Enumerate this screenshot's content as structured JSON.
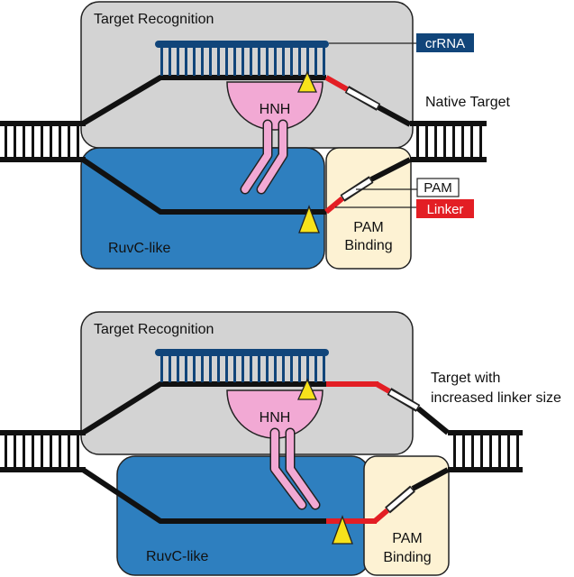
{
  "colors": {
    "target_box": "#d3d3d3",
    "ruvc": "#2e7fbf",
    "pam_box": "#fdf2d3",
    "hnh": "#f2a9d4",
    "crrna": "#11457a",
    "linker": "#e31e24",
    "cut_marker": "#f7e21b",
    "dna": "#111111"
  },
  "panels": [
    {
      "target_recognition": "Target Recognition",
      "hnh": "HNH",
      "ruvc": "RuvC-like",
      "pam_binding_line1": "PAM",
      "pam_binding_line2": "Binding",
      "crrna_tag": "crRNA",
      "pam_tag": "PAM",
      "linker_tag": "Linker",
      "target_line1": "Native Target",
      "target_line2": ""
    },
    {
      "target_recognition": "Target Recognition",
      "hnh": "HNH",
      "ruvc": "RuvC-like",
      "pam_binding_line1": "PAM",
      "pam_binding_line2": "Binding",
      "target_line1": "Target with",
      "target_line2": "increased linker size"
    }
  ]
}
